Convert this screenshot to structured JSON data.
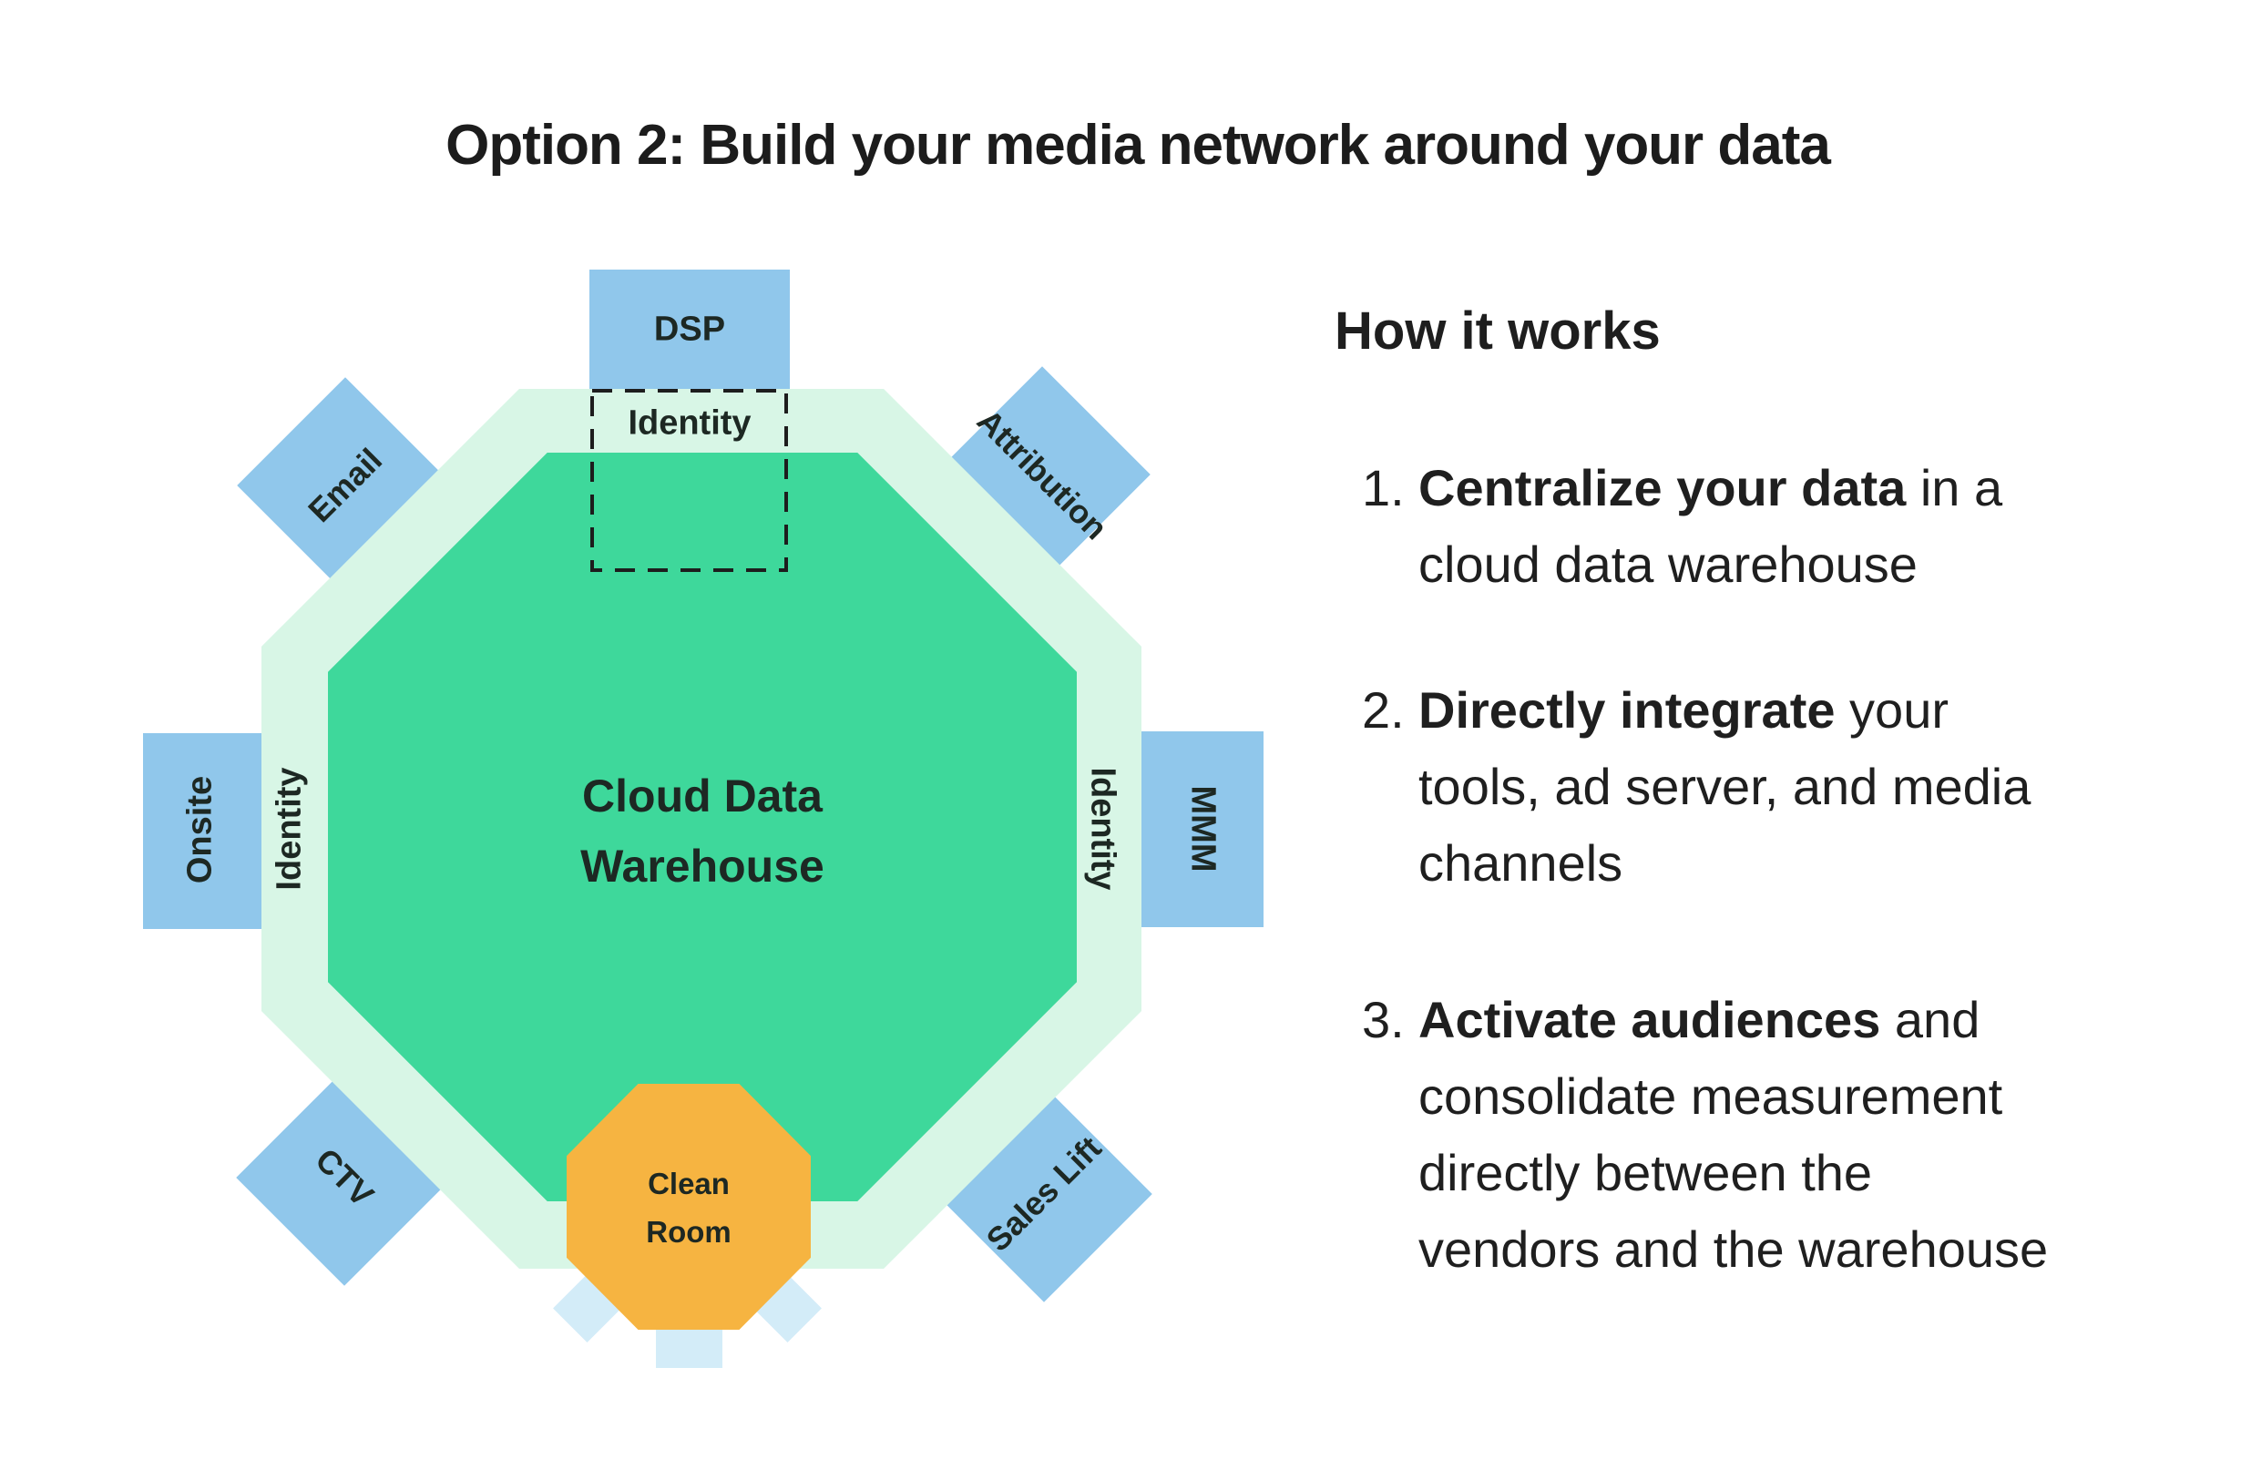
{
  "title": "Option 2: Build your media network around your data",
  "diagram": {
    "center": {
      "line1": "Cloud Data",
      "line2": "Warehouse"
    },
    "ring_labels": {
      "top": "Identity",
      "left": "Identity",
      "right": "Identity"
    },
    "nodes": {
      "dsp": "DSP",
      "email": "Email",
      "attribution": "Attribution",
      "onsite": "Onsite",
      "mmm": "MMM",
      "ctv": "CTV",
      "sales_lift": "Sales Lift"
    },
    "clean_room": {
      "line1": "Clean",
      "line2": "Room"
    },
    "colors": {
      "warehouse_green": "#3ed89b",
      "identity_ring_mint": "#d8f6e6",
      "vendor_blue": "#90c7eb",
      "clean_room_orange": "#f6b441",
      "inactive_pale_blue": "#d3ecf8",
      "label_dark": "#1d2823"
    }
  },
  "how_it_works": {
    "heading": "How it works",
    "items": [
      {
        "number": "1.",
        "lines": [
          {
            "bold": "Centralize your data",
            "rest": " in a"
          },
          {
            "bold": "",
            "rest": "cloud data warehouse"
          }
        ]
      },
      {
        "number": "2.",
        "lines": [
          {
            "bold": "Directly integrate",
            "rest": " your"
          },
          {
            "bold": "",
            "rest": "tools, ad server, and media"
          },
          {
            "bold": "",
            "rest": "channels"
          }
        ]
      },
      {
        "number": "3.",
        "lines": [
          {
            "bold": "Activate audiences",
            "rest": " and"
          },
          {
            "bold": "",
            "rest": "consolidate measurement"
          },
          {
            "bold": "",
            "rest": "directly between the"
          },
          {
            "bold": "",
            "rest": "vendors and the warehouse"
          }
        ]
      }
    ]
  }
}
